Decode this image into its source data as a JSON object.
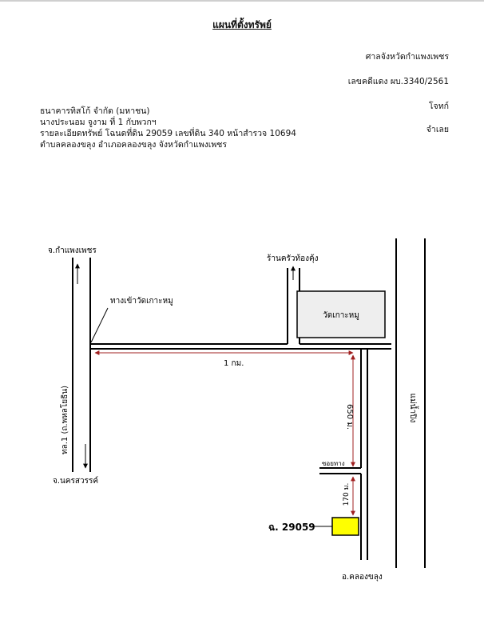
{
  "header": {
    "title": "แผนที่ตั้งทรัพย์",
    "court": "ศาลจังหวัดกำแพงเพชร",
    "case_no": "เลขคดีแดง ผบ.3340/2561",
    "plaintiff_label": "โจทก์",
    "defendant_label": "จำเลย"
  },
  "parties": {
    "plaintiff": "ธนาคารทิสโก้ จำกัด (มหาชน)",
    "defendant": "นางประนอม  จูงาม  ที่ 1 กับพวกฯ",
    "property_detail": "รายละเอียดทรัพย์ โฉนดที่ดิน 29059 เลขที่ดิน 340 หน้าสำรวจ 10694",
    "location": "ตำบลคลองขลุง  อำเภอคลองขลุง  จังหวัดกำแพงเพชร"
  },
  "map": {
    "to_kamphaeng": "จ.กำแพงเพชร",
    "to_nakhonsawan": "จ.นครสวรรค์",
    "highway": "ทล.1 (ถ.พหลโยธิน)",
    "entrance": "ทางเข้าวัดเกาะหมู",
    "shop": "ร้านครัวท้องคุ้ง",
    "temple": "วัดเกาะหมู",
    "river": "แม่น้ำปิง",
    "dist_1km": "1 กม.",
    "dist_650": "650 ม.",
    "dist_170": "170 ม.",
    "soi": "ซอยทาง",
    "plot_label": "ฉ. 29059",
    "to_khlongkhlung": "อ.คลองขลุง"
  },
  "colors": {
    "plot_fill": "#ffff00",
    "dimension_line": "#a02020",
    "temple_fill": "#eeeeee"
  }
}
